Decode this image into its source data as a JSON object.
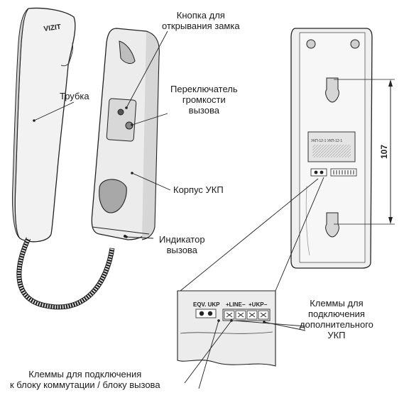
{
  "callouts": {
    "lock_button": [
      "Кнопка для",
      "открывания замка"
    ],
    "handset": [
      "Трубка"
    ],
    "volume_switch": [
      "Переключатель",
      "громкости",
      "вызова"
    ],
    "body": [
      "Корпус УКП"
    ],
    "indicator": [
      "Индикатор",
      "вызова"
    ],
    "extra_ukp_terminals": [
      "Клеммы для",
      "подключения",
      "дополнительного",
      "УКП"
    ],
    "switch_terminals": [
      "Клеммы для подключения",
      "к блоку коммутации / блоку вызова"
    ]
  },
  "dimension": "107",
  "brand": "VIZIT",
  "sticker": {
    "model_line": "УКП-12-1  УКП-12-1"
  },
  "terminal_labels": {
    "left": "EQV. UKP",
    "line": "+LINE−",
    "ukp": "+UKP−"
  }
}
